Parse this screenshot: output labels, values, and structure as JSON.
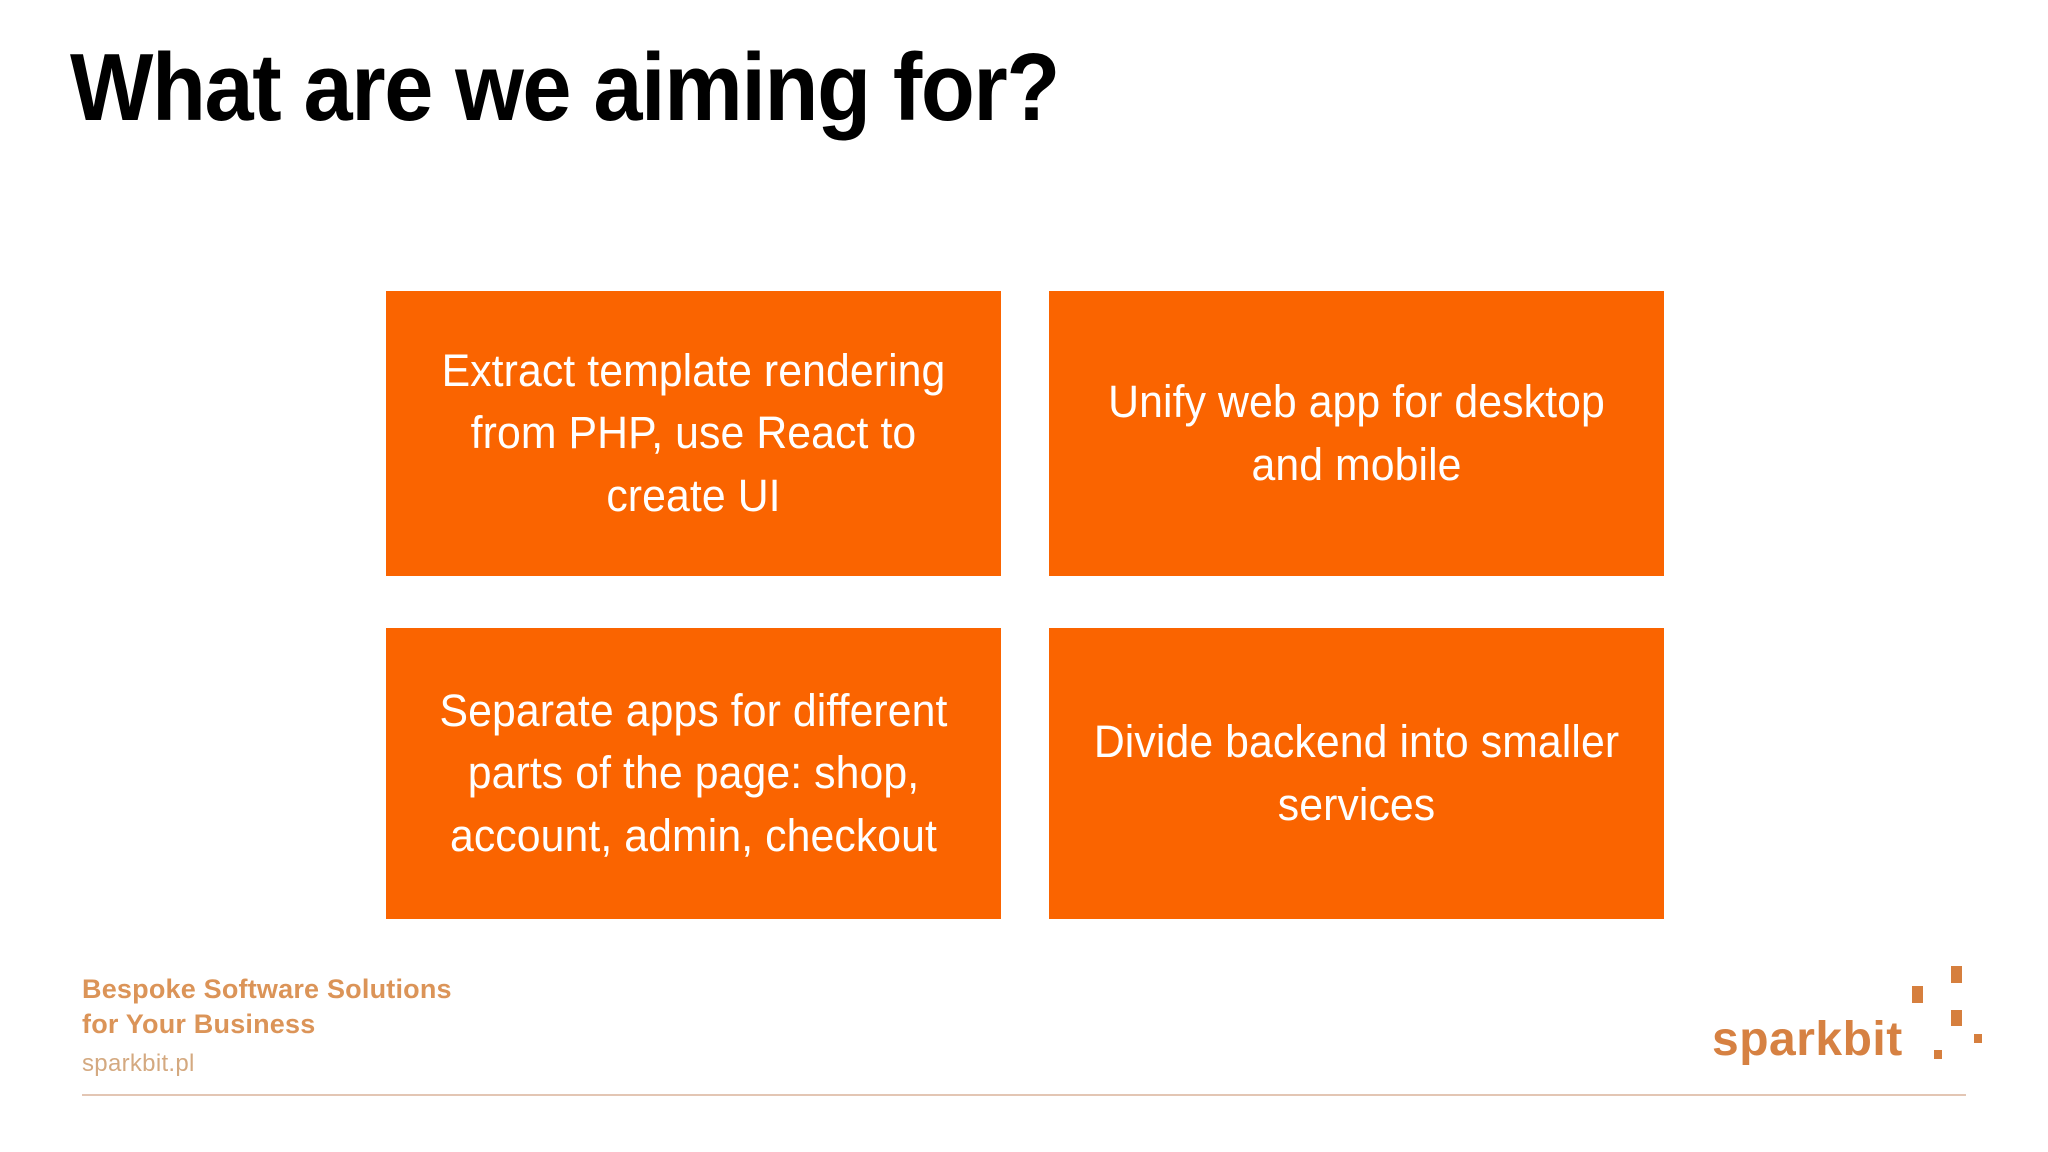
{
  "slide": {
    "title": "What are we aiming for?",
    "background_color": "#FFFFFF",
    "accent_color": "#FA6400",
    "box_text_color": "#FFFFFF"
  },
  "boxes": [
    {
      "id": "box-0",
      "text": "Extract template rendering from PHP, use React to create UI"
    },
    {
      "id": "box-1",
      "text": "Unify web app for desktop and mobile"
    },
    {
      "id": "box-2",
      "text": "Separate apps for different parts of the page: shop, account, admin, checkout"
    },
    {
      "id": "box-3",
      "text": "Divide backend into smaller services"
    }
  ],
  "footer": {
    "tagline_line1": "Bespoke Software Solutions",
    "tagline_line2": "for Your Business",
    "url": "sparkbit.pl",
    "tagline_color": "#D98B4A",
    "brand_name": "sparkbit",
    "brand_color": "#D2742E",
    "rule_color": "#E3C6B4"
  }
}
